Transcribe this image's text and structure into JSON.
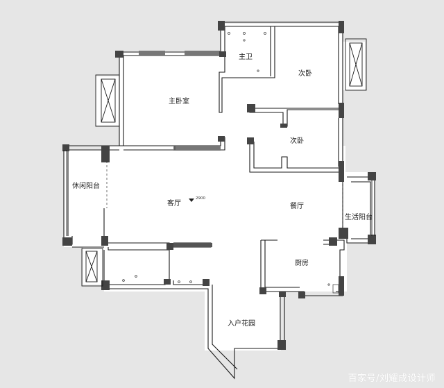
{
  "rooms": {
    "master_bathroom": "主卫",
    "master_bedroom": "主卧室",
    "bedroom_1": "次卧",
    "bedroom_2": "次卧",
    "leisure_balcony": "休闲阳台",
    "living_room": "客厅",
    "dining_room": "餐厅",
    "utility_balcony": "生活阳台",
    "kitchen": "厨房",
    "entry_garden": "入户花园"
  },
  "dimension": "2900",
  "watermark": "百家号/刘耀成设计师",
  "colors": {
    "background": "#e6e6e6",
    "floor": "#ffffff",
    "wall": "#ffffff",
    "wall_stroke": "#1a1a1a",
    "wall_accent": "#555555"
  }
}
